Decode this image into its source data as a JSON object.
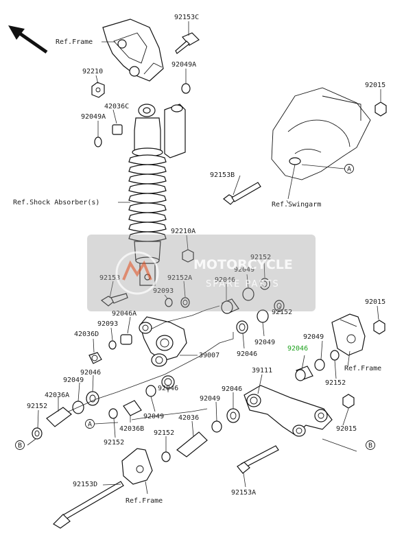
{
  "labels": {
    "ref_frame_top": "Ref.Frame",
    "p92153C": "92153C",
    "p92210": "92210",
    "p92049A_top": "92049A",
    "p42036C": "42036C",
    "p92049A_left": "92049A",
    "p92015_top": "92015",
    "p92153B": "92153B",
    "ref_swingarm": "Ref.Swingarm",
    "ref_shock": "Ref.Shock Absorber(s)",
    "p92210A": "92210A",
    "p92152_a": "92152",
    "p92049_a": "92049",
    "p92153": "92153",
    "p92152A": "92152A",
    "p92046_a": "92046",
    "p92093_a": "92093",
    "p92015_mid": "92015",
    "p92046A": "92046A",
    "p92093_b": "92093",
    "p92152_b": "92152",
    "p92049_b": "92049",
    "p42036D": "42036D",
    "p92046_b": "92046",
    "p92049_c": "92049",
    "p39007": "39007",
    "p92046_hl": "92046",
    "ref_frame_right": "Ref.Frame",
    "p92152_c": "92152",
    "p92046_c": "92046",
    "p39111": "39111",
    "p92049_d": "92049",
    "p42036A": "42036A",
    "p92046_d": "92046",
    "p92049_e": "92049",
    "p92046_e": "92046",
    "p92152_d": "92152",
    "p42036B": "42036B",
    "p92049_f": "92049",
    "p42036": "42036",
    "p92015_bot": "92015",
    "p92152_e": "92152",
    "p92152_f": "92152",
    "p92153D": "92153D",
    "ref_frame_bot": "Ref.Frame",
    "p92153A": "92153A",
    "circle_A_top": "A",
    "circle_A_bot": "A",
    "circle_B_left": "B",
    "circle_B_right": "B"
  },
  "watermark": {
    "line1": "MOTORCYCLE",
    "line2": "SPARE PARTS"
  },
  "colors": {
    "highlight": "#1aa01a"
  }
}
